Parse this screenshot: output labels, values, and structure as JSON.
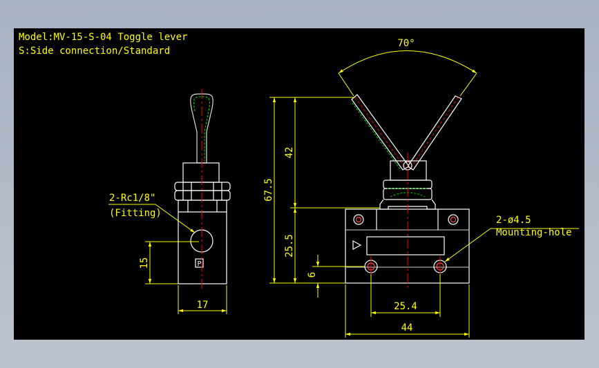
{
  "title": {
    "line1": "Model:MV-15-S-04 Toggle lever",
    "line2": "S:Side connection/Standard"
  },
  "labels": {
    "fitting_line1": "2-Rc1/8\"",
    "fitting_line2": "(Fitting)",
    "mounting_line1": "2-ø4.5",
    "mounting_line2": "Mounting-hole",
    "port_mark": "P"
  },
  "dimensions": {
    "angle": "70°",
    "height_total": "67.5",
    "height_upper": "42",
    "height_lower": "25.5",
    "port_height": "15",
    "width_side": "17",
    "hole_height": "6",
    "hole_spacing": "25.4",
    "width_front": "44"
  },
  "colors": {
    "background": "#000000",
    "outline": "#ffffff",
    "dimension": "#ffff00",
    "centerline": "#ff0000",
    "hidden": "#00c000"
  }
}
